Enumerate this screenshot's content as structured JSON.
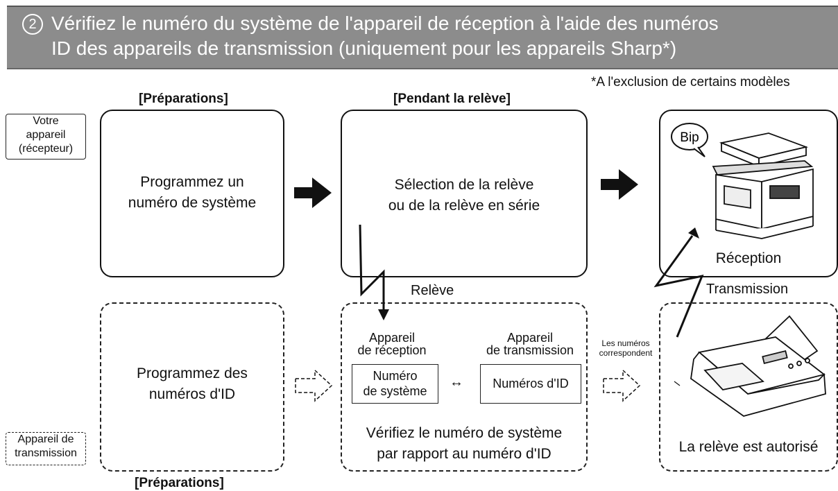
{
  "title": {
    "step_number": "2",
    "line1": "Vérifiez le numéro du système de l'appareil de réception à l'aide des numéros",
    "line2": "ID des appareils de transmission (uniquement pour les appareils Sharp*)"
  },
  "footnote": "*A l'exclusion de certains modèles",
  "headers": {
    "preparations_top": "[Préparations]",
    "pendant": "[Pendant la relève]",
    "preparations_bottom": "[Préparations]"
  },
  "side_labels": {
    "receiver": [
      "Votre",
      "appareil",
      "(récepteur)"
    ],
    "transmitter": [
      "Appareil de",
      "transmission"
    ]
  },
  "top_row": {
    "program_system": [
      "Programmez un",
      "numéro de système"
    ],
    "selection": [
      "Sélection de la relève",
      "ou de la relève en série"
    ],
    "reception_label": "Réception",
    "bip": "Bip"
  },
  "signals": {
    "releve": "Relève",
    "transmission": "Transmission"
  },
  "bottom_row": {
    "program_ids": [
      "Programmez des",
      "numéros d'ID"
    ],
    "reception_device": [
      "Appareil",
      "de réception"
    ],
    "transmission_device": [
      "Appareil",
      "de transmission"
    ],
    "system_number": [
      "Numéro",
      "de système"
    ],
    "id_numbers": "Numéros d'ID",
    "compare_arrow": "↔",
    "verify": [
      "Vérifiez le numéro de système",
      "par rapport au numéro d'ID"
    ],
    "numbers_match": [
      "Les numéros",
      "correspondent"
    ],
    "polling_allowed": "La relève est autorisé"
  },
  "icons": {
    "copier": "multifunction-copier-icon",
    "fax": "fax-machine-icon"
  }
}
